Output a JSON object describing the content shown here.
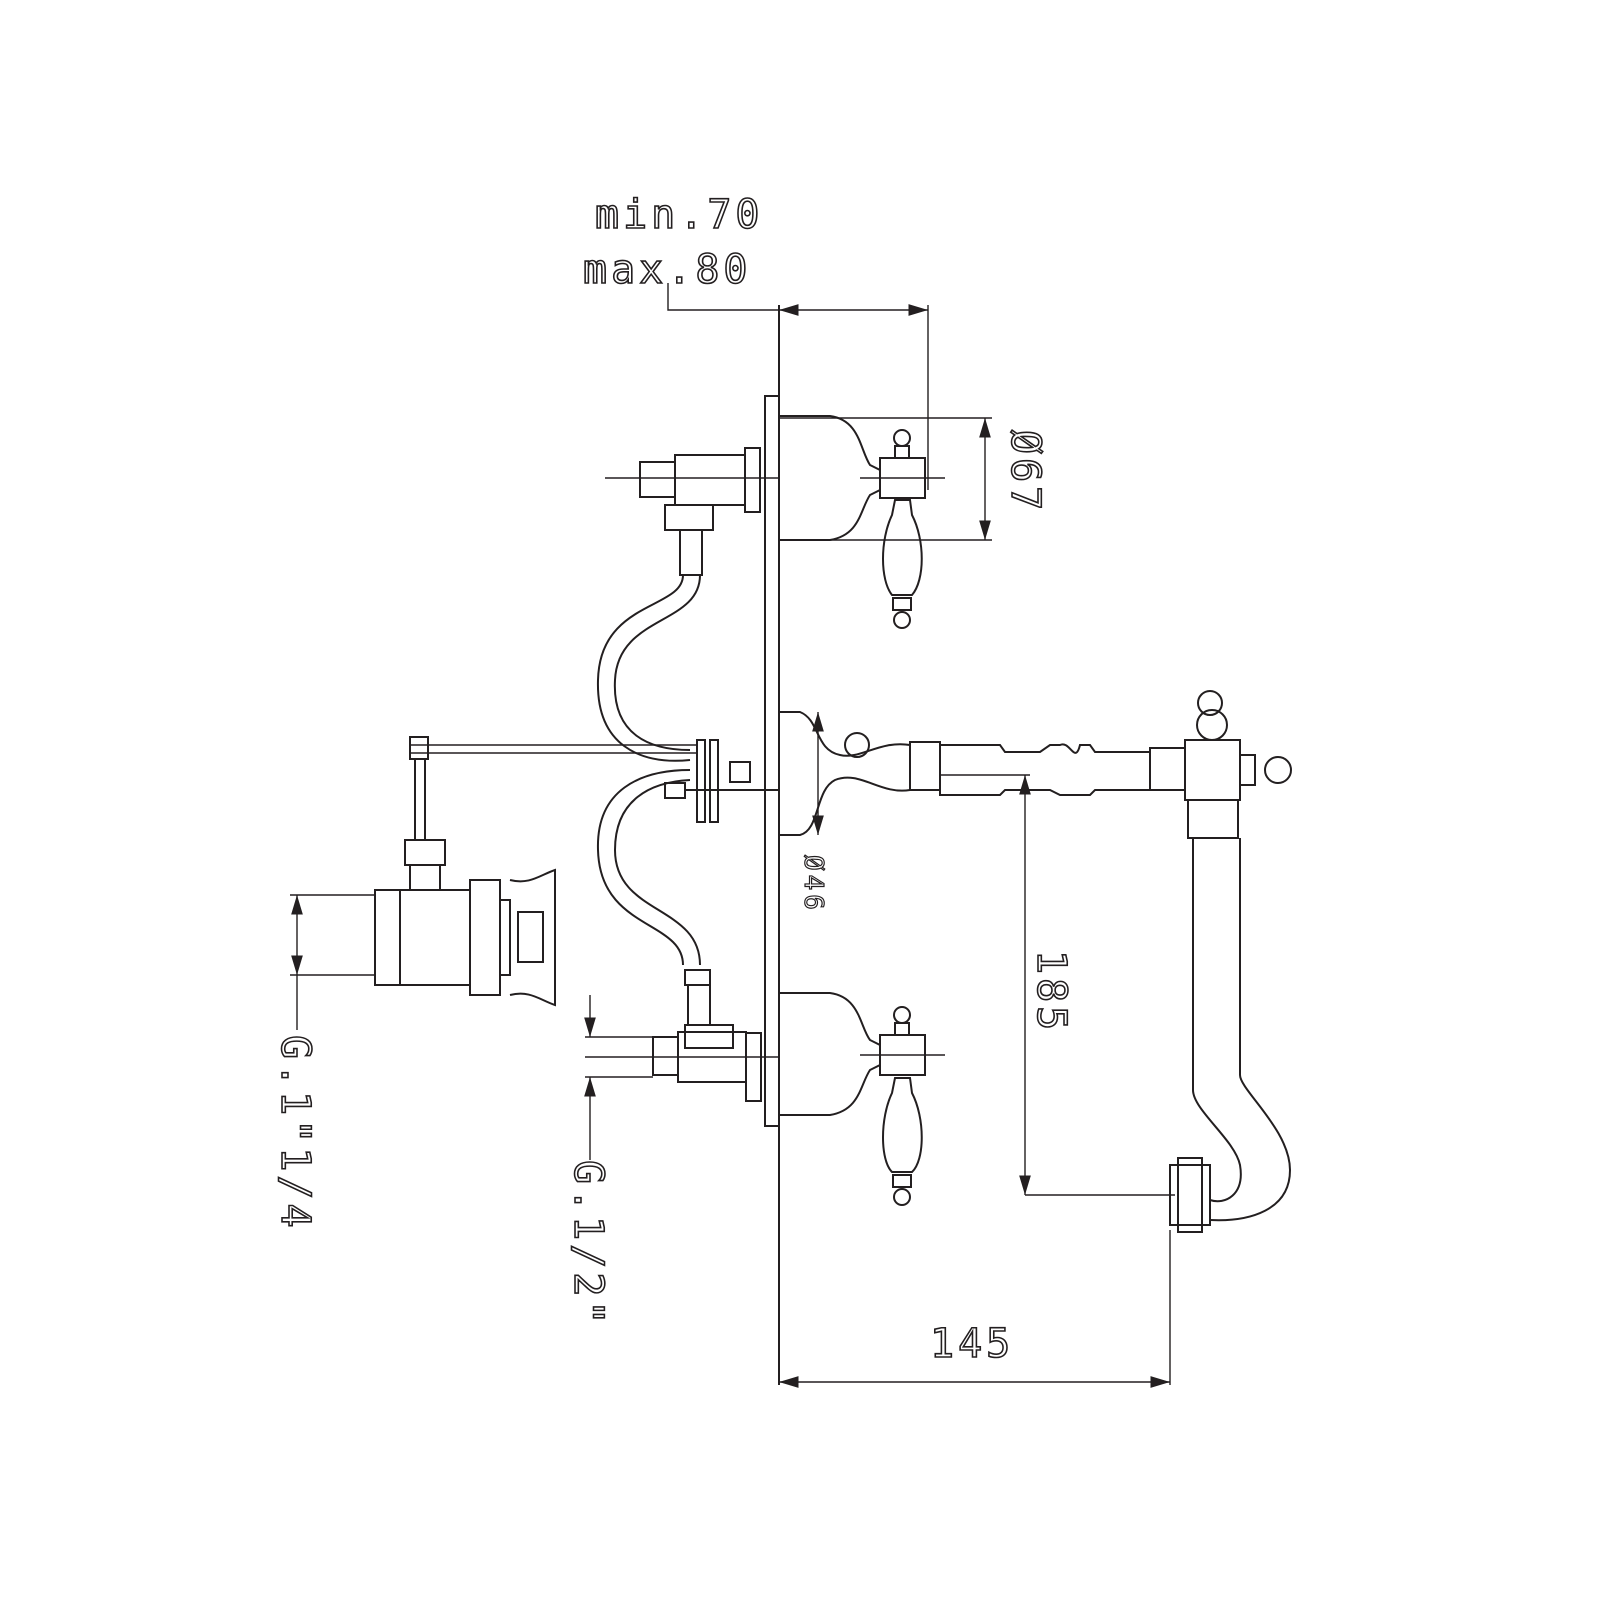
{
  "dimensions": {
    "min_depth": "min.70",
    "max_depth": "max.80",
    "handle_rosette_diameter": "Ø67",
    "spout_rosette_diameter": "Ø46",
    "spout_height": "185",
    "spout_projection": "145",
    "waste_thread": "G.1\"1/4",
    "supply_thread": "G.1/2\""
  },
  "colors": {
    "line": "#231f20",
    "background": "#ffffff"
  }
}
